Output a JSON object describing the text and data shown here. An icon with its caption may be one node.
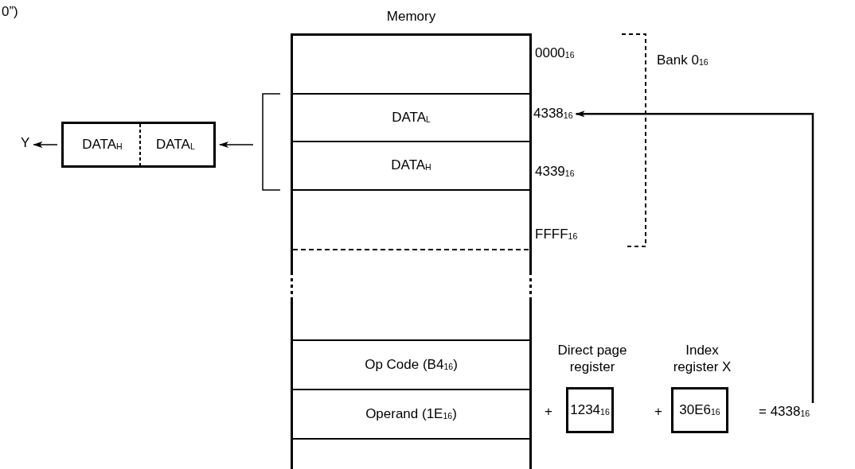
{
  "diagram": {
    "nodes": [
      {
        "text": [
          "Memory"
        ]
      },
      {
        "text": [
          "DATA$_{L}$"
        ],
        "in": 0
      },
      {
        "text": [
          "DATA$_{H}$"
        ],
        "in": 0
      },
      {
        "text": [
          "Op Code (B4$_{16}$)"
        ],
        "in": 0
      },
      {
        "text": [
          "Operand (1E$_{16}$)"
        ],
        "in": 0
      },
      {
        "text": [
          "DATA$_{H}$",
          "DATA$_{L}$"
        ]
      },
      {
        "text": [
          "Y"
        ]
      },
      {
        "text": [
          "Direct page register",
          "1234$_{16}$"
        ]
      },
      {
        "text": [
          "Index register X",
          "30E6$_{16}$"
        ]
      },
      {
        "text": [
          "= 4338$_{16}$"
        ]
      },
      {
        "text": [
          "4338$_{16}$"
        ]
      }
    ],
    "edges": [
      {
        "from": 5,
        "to": 6,
        "arrow": "to"
      },
      {
        "from": null,
        "to": 5,
        "arrow": "to"
      },
      {
        "from": 9,
        "to": 10,
        "arrow": "to"
      }
    ],
    "labels": [
      "0”)",
      "0000$_{16}$",
      "4339$_{16}$",
      "FFFF$_{16}$",
      "Bank 0$_{16}$",
      "+",
      "+"
    ]
  }
}
